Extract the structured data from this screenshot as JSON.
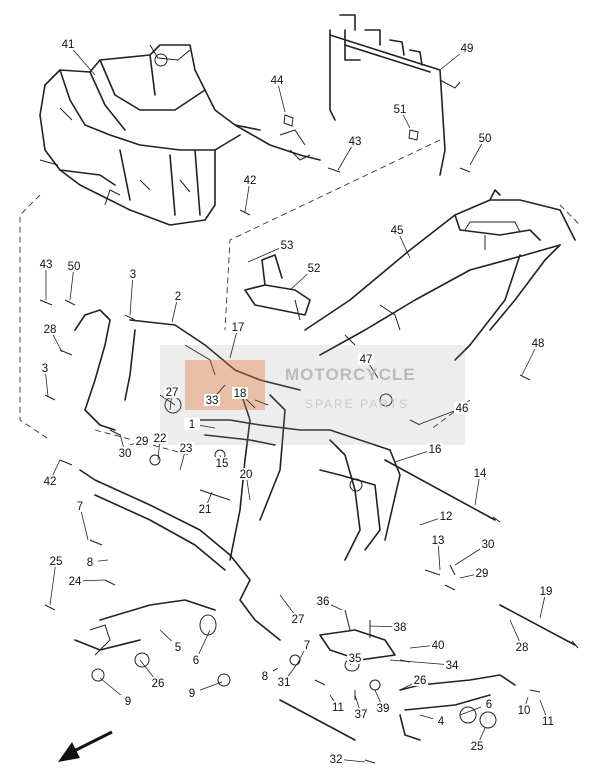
{
  "diagram": {
    "type": "exploded parts diagram",
    "watermark": {
      "logo": "MOTORCYCLE SPARE PARTS",
      "line1": "MOTORCYCLE",
      "line2": "SPARE PARTS"
    },
    "callouts": [
      {
        "label": "41"
      },
      {
        "label": "49"
      },
      {
        "label": "44"
      },
      {
        "label": "43"
      },
      {
        "label": "51"
      },
      {
        "label": "50"
      },
      {
        "label": "42"
      },
      {
        "label": "45"
      },
      {
        "label": "53"
      },
      {
        "label": "52"
      },
      {
        "label": "43"
      },
      {
        "label": "50"
      },
      {
        "label": "3"
      },
      {
        "label": "2"
      },
      {
        "label": "28"
      },
      {
        "label": "17"
      },
      {
        "label": "47"
      },
      {
        "label": "48"
      },
      {
        "label": "3"
      },
      {
        "label": "27"
      },
      {
        "label": "33"
      },
      {
        "label": "18"
      },
      {
        "label": "46"
      },
      {
        "label": "1"
      },
      {
        "label": "29"
      },
      {
        "label": "22"
      },
      {
        "label": "30"
      },
      {
        "label": "23"
      },
      {
        "label": "16"
      },
      {
        "label": "42"
      },
      {
        "label": "15"
      },
      {
        "label": "20"
      },
      {
        "label": "14"
      },
      {
        "label": "21"
      },
      {
        "label": "7"
      },
      {
        "label": "12"
      },
      {
        "label": "13"
      },
      {
        "label": "30"
      },
      {
        "label": "8"
      },
      {
        "label": "29"
      },
      {
        "label": "25"
      },
      {
        "label": "24"
      },
      {
        "label": "19"
      },
      {
        "label": "27"
      },
      {
        "label": "36"
      },
      {
        "label": "38"
      },
      {
        "label": "28"
      },
      {
        "label": "7"
      },
      {
        "label": "40"
      },
      {
        "label": "5"
      },
      {
        "label": "35"
      },
      {
        "label": "34"
      },
      {
        "label": "6"
      },
      {
        "label": "26"
      },
      {
        "label": "8"
      },
      {
        "label": "31"
      },
      {
        "label": "26"
      },
      {
        "label": "9"
      },
      {
        "label": "9"
      },
      {
        "label": "11"
      },
      {
        "label": "37"
      },
      {
        "label": "39"
      },
      {
        "label": "6"
      },
      {
        "label": "10"
      },
      {
        "label": "11"
      },
      {
        "label": "4"
      },
      {
        "label": "25"
      },
      {
        "label": "32"
      }
    ]
  }
}
